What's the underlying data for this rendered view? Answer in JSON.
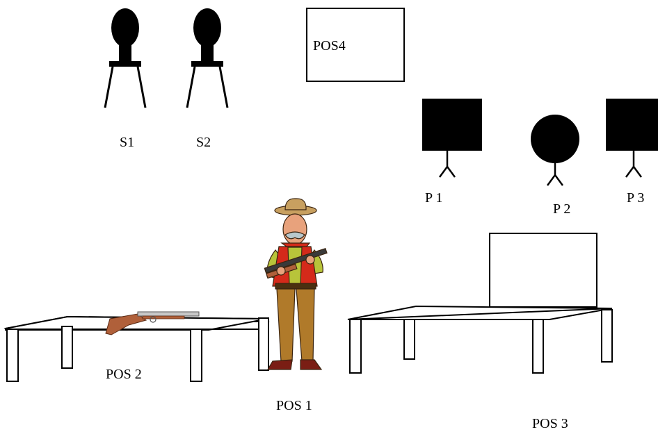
{
  "labels": {
    "s1": "S1",
    "s2": "S2",
    "pos4": "POS4",
    "p1": "P 1",
    "p2": "P 2",
    "p3": "P 3",
    "pos1": "POS 1",
    "pos2": "POS 2",
    "pos3": "POS 3"
  },
  "colors": {
    "ink": "#000000",
    "hat": "#c8a060",
    "shirt": "#b8c43a",
    "vest": "#d42a1a",
    "pants": "#b07a2a",
    "boots": "#7a1e14",
    "skin": "#e8a27c",
    "mustache": "#b8c8cc",
    "rifle_wood": "#b0603a",
    "rifle_metal": "#c8c8c8"
  }
}
